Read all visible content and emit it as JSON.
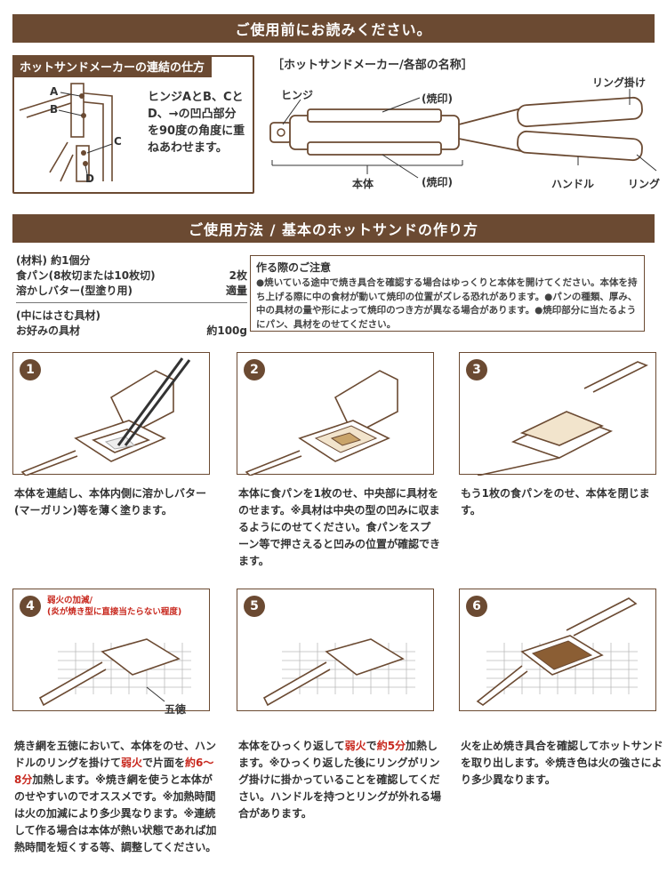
{
  "banner_top": "ご使用前にお読みください。",
  "banner_how": "ご使用方法 / 基本のホットサンドの作り方",
  "connect": {
    "title": "ホットサンドメーカーの連結の仕方",
    "text": "ヒンジAとB、CとD、→の凹凸部分を90度の角度に重ねあわせます。",
    "labels": {
      "a": "A",
      "b": "B",
      "c": "C",
      "d": "D"
    }
  },
  "parts": {
    "title": "［ホットサンドメーカー/各部の名称］",
    "hinge": "ヒンジ",
    "brand_top": "(焼印)",
    "ring_hook": "リング掛け",
    "body": "本体",
    "brand_bottom": "(焼印)",
    "handle": "ハンドル",
    "ring": "リング"
  },
  "materials": {
    "header": "(材料) 約1個分",
    "rows": [
      {
        "name": "食パン(8枚切または10枚切)",
        "qty": "2枚"
      },
      {
        "name": "溶かしバター(型塗り用)",
        "qty": "適量"
      }
    ],
    "filling_header": "(中にはさむ具材)",
    "filling": {
      "name": "お好みの具材",
      "qty": "約100g"
    }
  },
  "caution": {
    "title": "作る際のご注意",
    "body": "●焼いている途中で焼き具合を確認する場合はゆっくりと本体を開けてください。本体を持ち上げる際に中の食材が動いて焼印の位置がズレる恐れがあります。●パンの種類、厚み、中の具材の量や形によって焼印のつき方が異なる場合があります。●焼印部分に当たるようにパン、具材をのせてください。"
  },
  "steps": [
    {
      "num": "1",
      "text": "本体を連結し、本体内側に溶かしバター(マーガリン)等を薄く塗ります。"
    },
    {
      "num": "2",
      "text": "本体に食パンを1枚のせ、中央部に具材をのせます。※具材は中央の型の凹みに収まるようにのせてください。食パンをスプーン等で押さえると凹みの位置が確認できます。"
    },
    {
      "num": "3",
      "text": "もう1枚の食パンをのせ、本体を閉じます。"
    },
    {
      "num": "4",
      "note": "弱火の加減/\n(炎が焼き型に直接当たらない程度)",
      "trivet": "五徳",
      "t1": "焼き網を五徳において、本体をのせ、ハンドルのリングを掛けて",
      "h1": "弱火",
      "t2": "で片面を",
      "h2": "約6〜8分",
      "t3": "加熱します。※焼き網を使うと本体がのせやすいのでオススメです。※加熱時間は火の加減により多少異なります。※連続して作る場合は本体が熱い状態であれば加熱時間を短くする等、調整してください。"
    },
    {
      "num": "5",
      "t1": "本体をひっくり返して",
      "h1": "弱火",
      "t2": "で",
      "h2": "約5分",
      "t3": "加熱します。※ひっくり返した後にリングがリング掛けに掛かっていることを確認してください。ハンドルを持つとリングが外れる場合があります。"
    },
    {
      "num": "6",
      "text": "火を止め焼き具合を確認してホットサンドを取り出します。※焼き色は火の強さにより多少異なります。"
    }
  ],
  "colors": {
    "brown": "#6b4a32",
    "red": "#c8281e"
  }
}
